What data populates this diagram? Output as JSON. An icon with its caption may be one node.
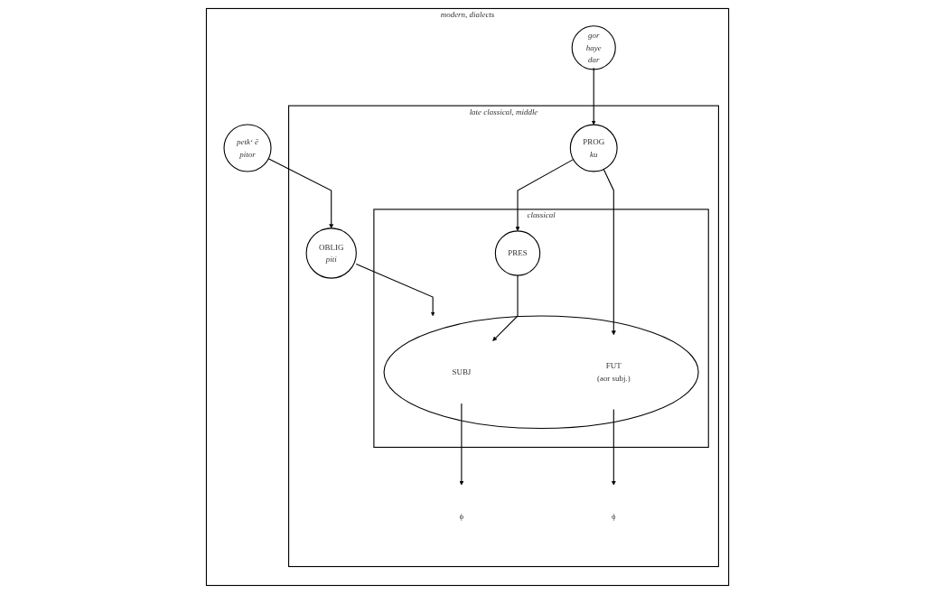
{
  "diagram": {
    "nodes": [
      {
        "text": [
          "modern, dialects"
        ]
      },
      {
        "text": [
          "late classical, middle"
        ],
        "in": 0
      },
      {
        "text": [
          "classical"
        ],
        "in": 1
      },
      {
        "text": [
          "PROG",
          "ku"
        ],
        "in": 1
      },
      {
        "text": [
          "PRES"
        ],
        "in": 2
      },
      {
        "text": [],
        "shape": "circle",
        "in": 2
      },
      {
        "text": [
          "SUBJ"
        ],
        "in": 5
      },
      {
        "text": [
          "FUT",
          "(aor subj.)"
        ],
        "in": 5
      },
      {
        "text": [
          "ϕ"
        ],
        "in": 1
      },
      {
        "text": [
          "ϕ"
        ],
        "in": 1
      },
      {
        "text": [
          "OBLIG",
          "piti"
        ],
        "in": 1
      },
      {
        "text": [
          "gor",
          "haye",
          "dar"
        ],
        "in": 0
      },
      {
        "text": [
          "petk‘ ē",
          "pitor"
        ],
        "in": 0
      }
    ],
    "edges": [
      {
        "from": 3,
        "to": 4,
        "arrow": "to"
      },
      {
        "from": 4,
        "to": 6,
        "arrow": "to"
      },
      {
        "from": 3,
        "to": 7,
        "arrow": "to"
      },
      {
        "from": 6,
        "to": 8,
        "arrow": "to"
      },
      {
        "from": 7,
        "to": 9,
        "arrow": "to"
      },
      {
        "from": 10,
        "to": 5,
        "arrow": "to"
      },
      {
        "from": 11,
        "to": 3,
        "arrow": "to"
      },
      {
        "from": 12,
        "to": 10,
        "arrow": "to"
      }
    ]
  }
}
